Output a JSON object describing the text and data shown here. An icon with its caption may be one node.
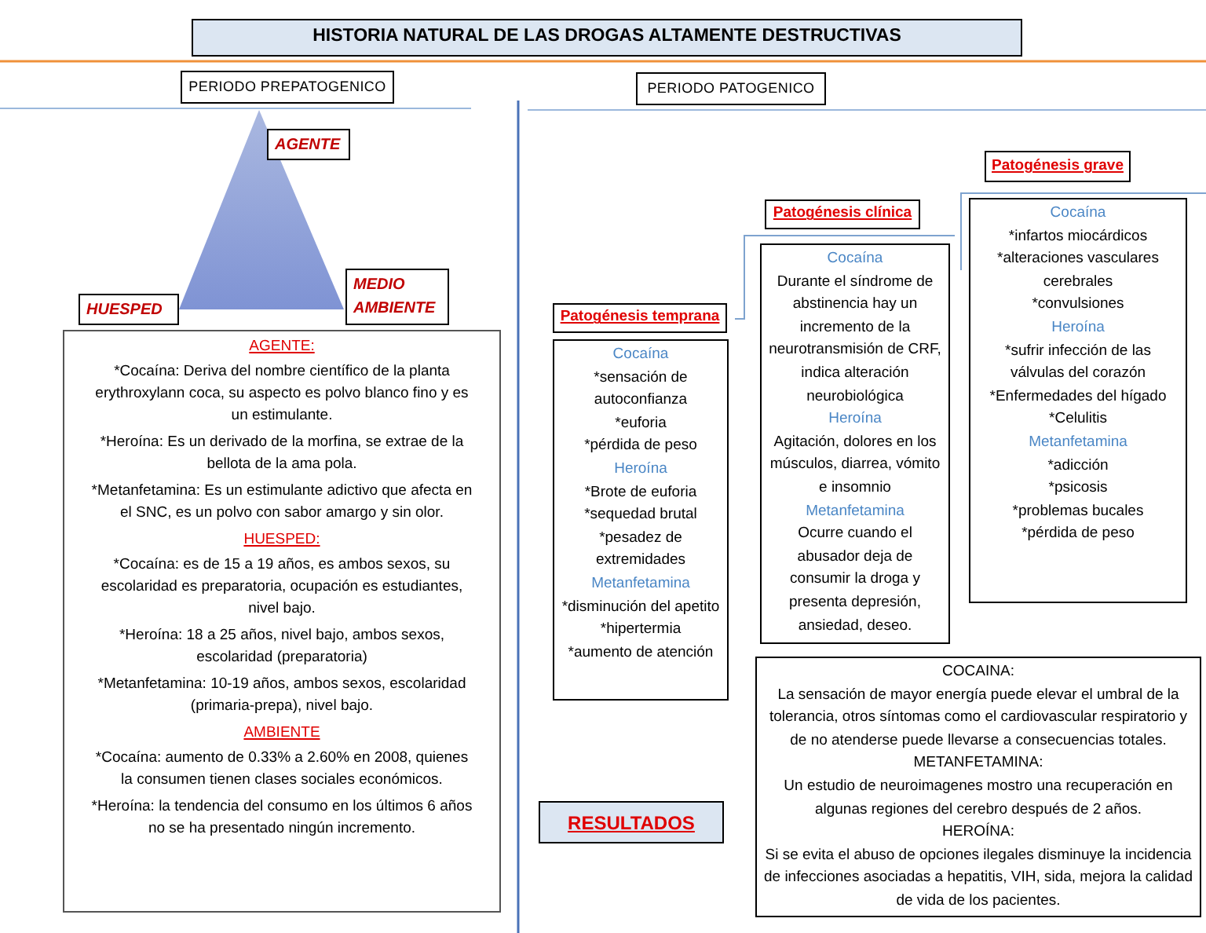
{
  "diagram": {
    "title": "HISTORIA NATURAL DE LAS DROGAS ALTAMENTE DESTRUCTIVAS",
    "nodes": [
      {
        "text": [
          "PERIODO PREPATOGENICO"
        ]
      },
      {
        "text": [
          "PERIODO PATOGENICO"
        ]
      },
      {
        "text": [
          "AGENTE"
        ]
      },
      {
        "text": [
          "MEDIO AMBIENTE"
        ]
      },
      {
        "text": [
          "HUESPED"
        ]
      },
      {
        "text": [
          "AGENTE:",
          "*Cocaína: Deriva del nombre científico de la planta erythroxylann coca, su aspecto es polvo blanco fino y es un estimulante.",
          "*Heroína: Es un derivado de la morfina, se extrae de la bellota de la ama pola.",
          "*Metanfetamina: Es un estimulante adictivo que afecta en el SNC, es un polvo con sabor amargo y sin olor.",
          "HUESPED:",
          "*Cocaína: es de 15 a 19 años, es ambos sexos, su escolaridad es preparatoria, ocupación es estudiantes, nivel bajo.",
          "*Heroína: 18 a 25 años, nivel bajo, ambos sexos, escolaridad (preparatoria)",
          "*Metanfetamina: 10-19 años, ambos sexos, escolaridad (primaria-prepa), nivel bajo.",
          "AMBIENTE",
          "*Cocaína: aumento de 0.33% a 2.60% en 2008, quienes la consumen tienen clases sociales económicos.",
          "*Heroína: la tendencia del consumo en los últimos 6 años no se ha presentado ningún incremento."
        ]
      },
      {
        "text": [
          "Patogénesis temprana"
        ]
      },
      {
        "text": [
          "Cocaína",
          "*sensación de autoconfianza",
          "*euforia",
          "*pérdida de peso",
          "Heroína",
          "*Brote de euforia",
          "*sequedad brutal",
          "*pesadez de extremidades",
          "Metanfetamina",
          "*disminución del apetito",
          "*hipertermia",
          "*aumento de atención"
        ]
      },
      {
        "text": [
          "Patogénesis clínica"
        ]
      },
      {
        "text": [
          "Cocaína",
          "Durante el síndrome de abstinencia hay un incremento de la neurotransmisión de CRF, indica alteración neurobiológica",
          "Heroína",
          "Agitación, dolores en los músculos, diarrea, vómito e insomnio",
          "Metanfetamina",
          "Ocurre cuando el abusador deja de consumir la droga y presenta depresión, ansiedad, deseo."
        ]
      },
      {
        "text": [
          "Patogénesis grave"
        ]
      },
      {
        "text": [
          "Cocaína",
          "*infartos miocárdicos",
          "*alteraciones vasculares cerebrales",
          "*convulsiones",
          "Heroína",
          "*sufrir infección de las válvulas del corazón",
          "*Enfermedades del hígado",
          "*Celulitis",
          "Metanfetamina",
          "*adicción",
          "*psicosis",
          "*problemas bucales",
          "*pérdida de peso"
        ]
      },
      {
        "text": [
          "RESULTADOS"
        ]
      },
      {
        "text": [
          "COCAINA:",
          "La sensación de mayor energía puede elevar el umbral de la tolerancia, otros síntomas como el cardiovascular respiratorio y de no atenderse puede llevarse a consecuencias totales.",
          "METANFETAMINA:",
          "Un estudio de neuroimagenes mostro una recuperación en algunas regiones del cerebro después de 2 años.",
          "HEROÍNA:",
          "Si se evita el abuso de opciones ilegales disminuye la incidencia de infecciones asociadas a hepatitis, VIH, sida, mejora la calidad de vida de los pacientes."
        ]
      }
    ]
  }
}
